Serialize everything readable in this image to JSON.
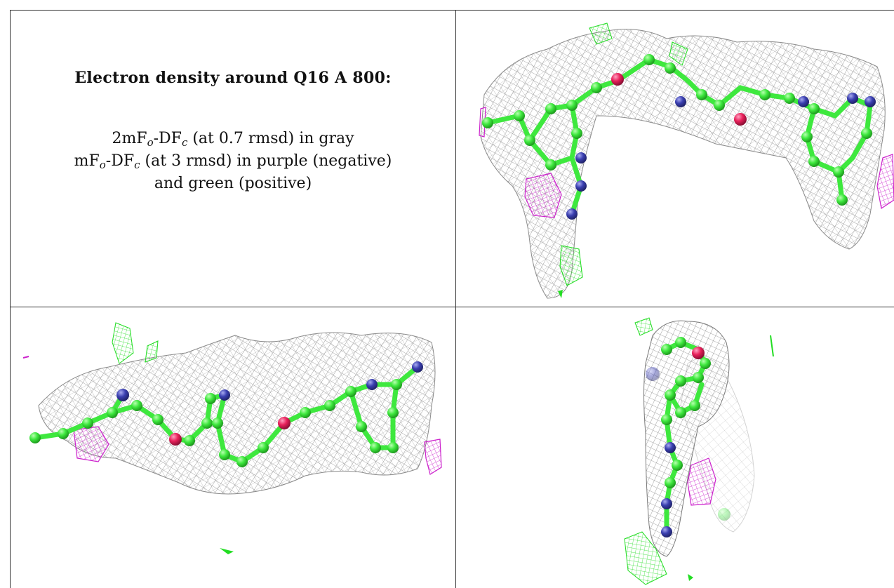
{
  "title": "Electron density around Q16 A 800:",
  "legend": {
    "line1": {
      "a": "2mF",
      "sub1": "o",
      "b": "-DF",
      "sub2": "c",
      "rest": " (at 0.7 rmsd) in gray"
    },
    "line2": {
      "a": "mF",
      "sub1": "o",
      "b": "-DF",
      "sub2": "c",
      "rest": " (at 3 rmsd) in purple (negative)"
    },
    "line3": "and green (positive)"
  },
  "colors": {
    "mesh": "#8a8a8a",
    "carbon": "#3ee83e",
    "nitrogen": "#3a3fb0",
    "oxygen": "#e8205a",
    "positive": "#22dd22",
    "negative": "#cc22cc"
  },
  "panels": [
    {
      "view": "front"
    },
    {
      "view": "side"
    },
    {
      "view": "end-on"
    }
  ]
}
